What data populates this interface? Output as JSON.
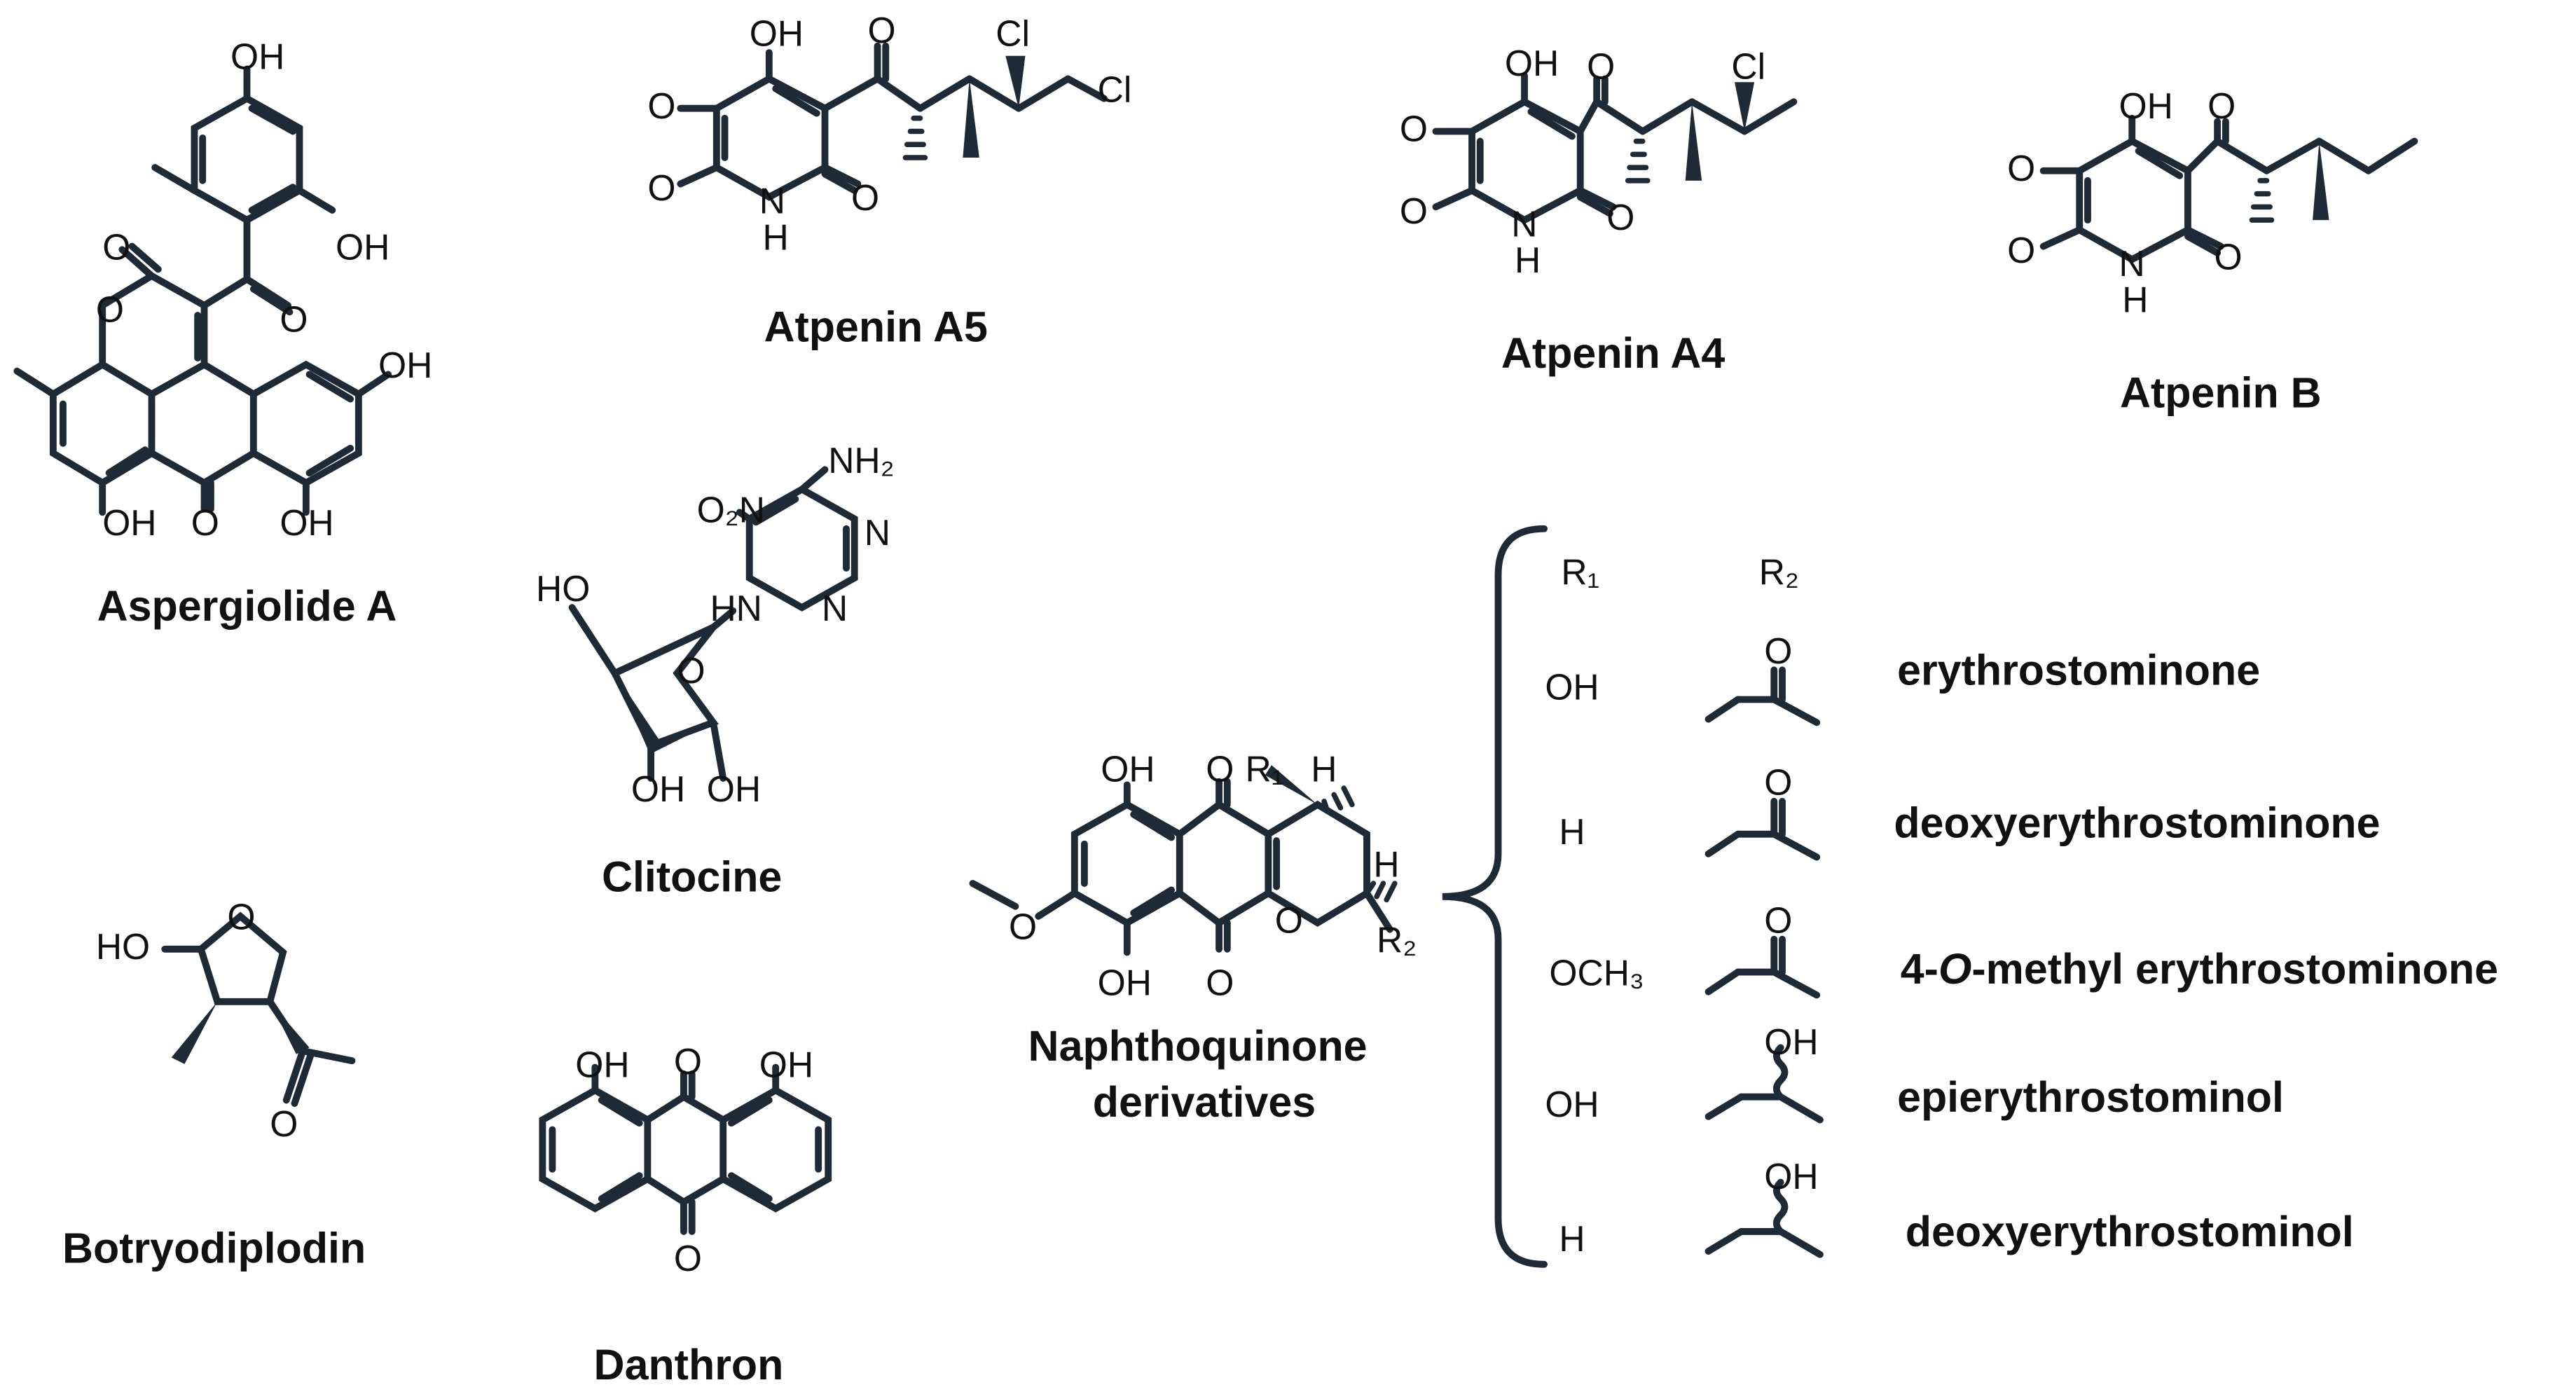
{
  "compounds": {
    "aspergiolide_a": "Aspergiolide A",
    "atpenin_a5": "Atpenin A5",
    "atpenin_a4": "Atpenin A4",
    "atpenin_b": "Atpenin B",
    "clitocine": "Clitocine",
    "botryodiplodin": "Botryodiplodin",
    "danthron": "Danthron",
    "naphthoquinone_line1": "Naphthoquinone",
    "naphthoquinone_line2": "derivatives"
  },
  "atoms": {
    "oh": "OH",
    "ho": "HO",
    "o": "O",
    "n": "N",
    "h": "H",
    "hn": "HN",
    "cl": "Cl",
    "nh2": "NH₂",
    "no2": "O₂N",
    "r1": "R₁",
    "r2": "R₂"
  },
  "table": {
    "header_r1": "R₁",
    "header_r2": "R₂",
    "rows": [
      {
        "r1": "OH",
        "name": "erythrostominone"
      },
      {
        "r1": "H",
        "name": "deoxyerythrostominone"
      },
      {
        "r1": "OCH₃",
        "name_prefix": "4-",
        "name_italic": "O",
        "name_suffix": "-methyl erythrostominone"
      },
      {
        "r1": "OH",
        "name": "epierythrostominol"
      },
      {
        "r1": "H",
        "name": "deoxyerythrostominol"
      }
    ]
  }
}
